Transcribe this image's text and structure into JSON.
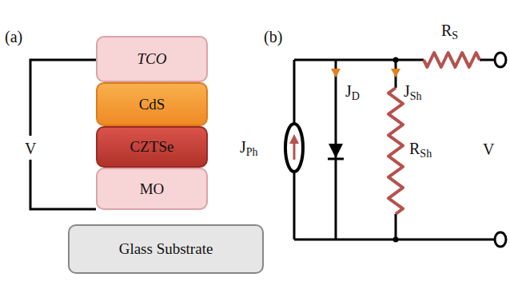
{
  "diagram": {
    "nodes": [
      {
        "text": [
          "TCO"
        ]
      },
      {
        "text": [
          "CdS"
        ]
      },
      {
        "text": [
          "CZTSe"
        ]
      },
      {
        "text": [
          "MO"
        ]
      },
      {
        "text": [
          "Glass Substrate"
        ]
      }
    ],
    "labels": [
      "(a)",
      "V",
      "(b)",
      "RS",
      "JD",
      "JSh",
      "JPh",
      "RSh",
      "V"
    ]
  }
}
